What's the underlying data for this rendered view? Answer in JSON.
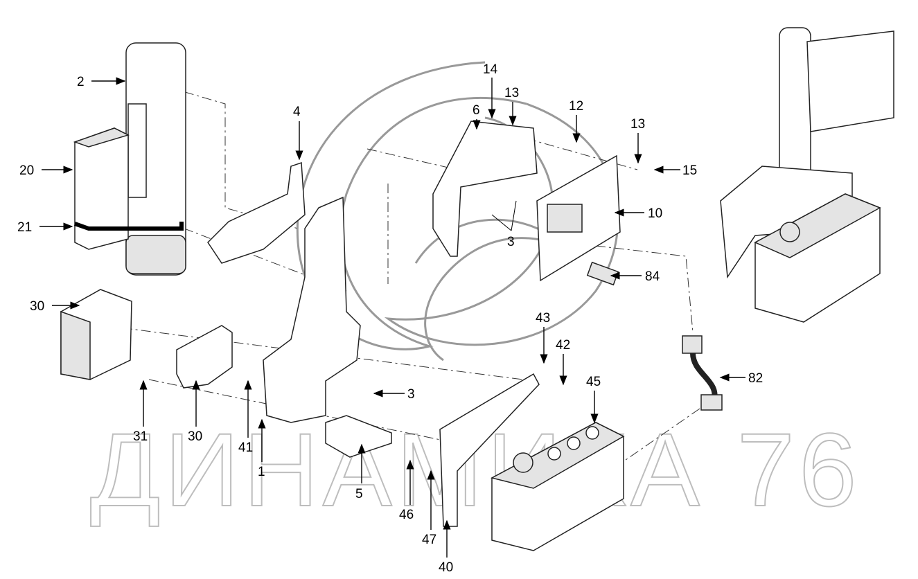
{
  "watermark": "ДИНАМИКА 76",
  "callouts": [
    {
      "id": "c2",
      "text": "2"
    },
    {
      "id": "c20",
      "text": "20"
    },
    {
      "id": "c21",
      "text": "21"
    },
    {
      "id": "c30a",
      "text": "30"
    },
    {
      "id": "c31",
      "text": "31"
    },
    {
      "id": "c30b",
      "text": "30"
    },
    {
      "id": "c41",
      "text": "41"
    },
    {
      "id": "c1",
      "text": "1"
    },
    {
      "id": "c5",
      "text": "5"
    },
    {
      "id": "c4",
      "text": "4"
    },
    {
      "id": "c6",
      "text": "6"
    },
    {
      "id": "c14",
      "text": "14"
    },
    {
      "id": "c13a",
      "text": "13"
    },
    {
      "id": "c12",
      "text": "12"
    },
    {
      "id": "c13b",
      "text": "13"
    },
    {
      "id": "c15",
      "text": "15"
    },
    {
      "id": "c10",
      "text": "10"
    },
    {
      "id": "c3a",
      "text": "3"
    },
    {
      "id": "c84",
      "text": "84"
    },
    {
      "id": "c3b",
      "text": "3"
    },
    {
      "id": "c43",
      "text": "43"
    },
    {
      "id": "c42",
      "text": "42"
    },
    {
      "id": "c45",
      "text": "45"
    },
    {
      "id": "c82",
      "text": "82"
    },
    {
      "id": "c46",
      "text": "46"
    },
    {
      "id": "c47",
      "text": "47"
    },
    {
      "id": "c40",
      "text": "40"
    }
  ]
}
